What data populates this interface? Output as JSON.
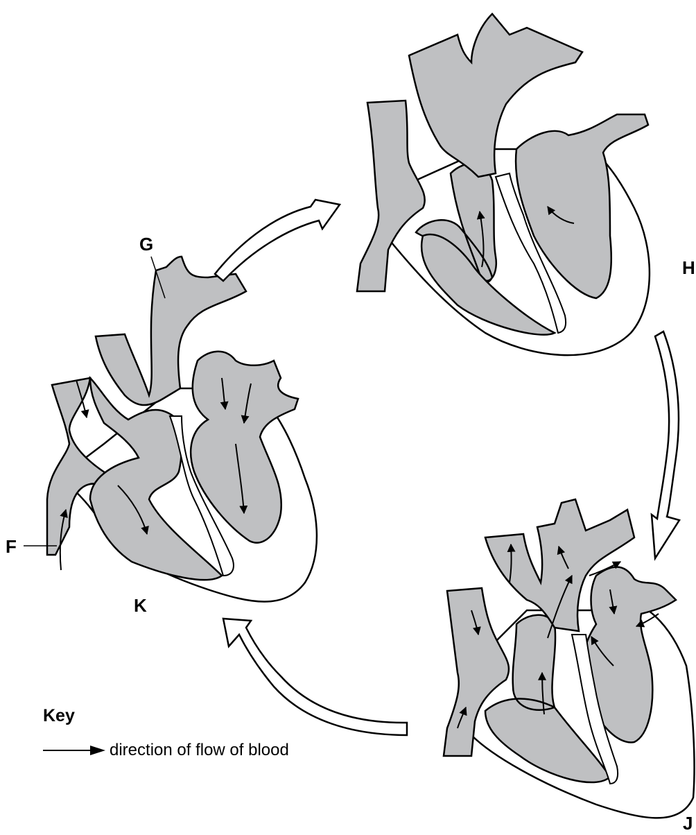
{
  "labels": {
    "G": "G",
    "F": "F",
    "K": "K",
    "H": "H",
    "J": "J"
  },
  "key": {
    "title": "Key",
    "arrow_description": "direction of flow of blood"
  },
  "colors": {
    "blood_fill": "#bfc0c2",
    "outline": "#000000",
    "background": "#ffffff"
  }
}
